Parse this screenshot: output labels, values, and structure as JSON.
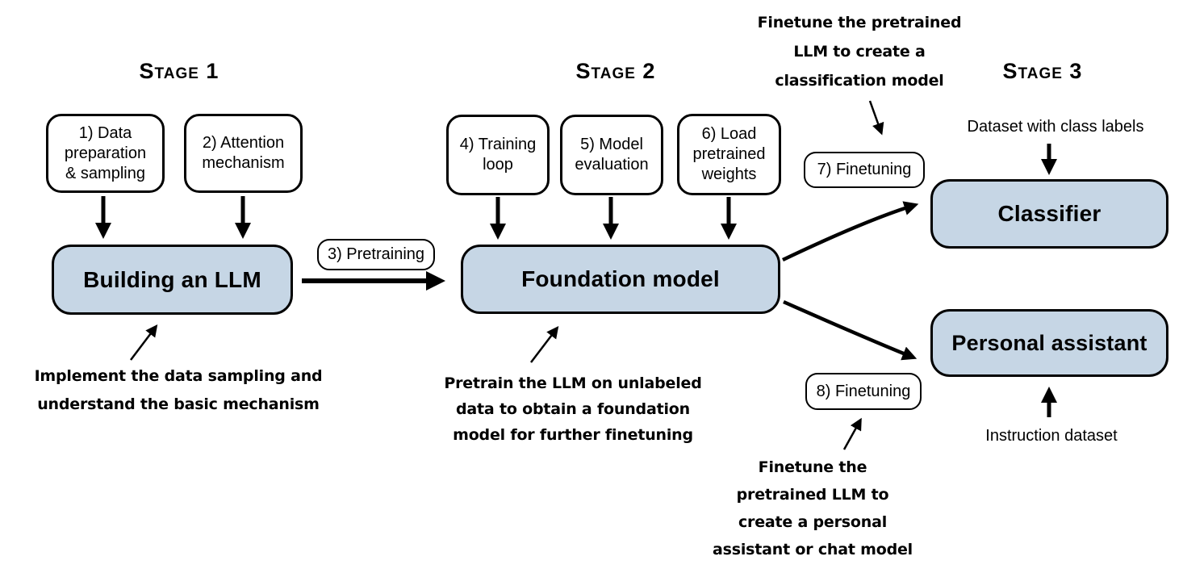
{
  "colors": {
    "box_fill": "#c6d6e5",
    "box_border": "#000000",
    "background": "#ffffff",
    "text": "#000000"
  },
  "stage1": {
    "title": "Stage 1",
    "step_boxes": [
      {
        "lines": [
          "1) Data",
          "preparation",
          "& sampling"
        ]
      },
      {
        "lines": [
          "2) Attention",
          "mechanism"
        ]
      }
    ],
    "main_box": "Building an LLM",
    "annotation": {
      "lines": [
        "Implement the data sampling and",
        "understand the basic mechanism"
      ]
    }
  },
  "transition": {
    "pill": "3) Pretraining"
  },
  "stage2": {
    "title": "Stage 2",
    "step_boxes": [
      {
        "lines": [
          "4) Training",
          "loop"
        ]
      },
      {
        "lines": [
          "5) Model",
          "evaluation"
        ]
      },
      {
        "lines": [
          "6) Load",
          "pretrained",
          "weights"
        ]
      }
    ],
    "main_box": "Foundation model",
    "annotation": {
      "lines": [
        "Pretrain the LLM on unlabeled",
        "data to obtain a foundation",
        "model for further finetuning"
      ]
    }
  },
  "stage3": {
    "title": "Stage 3",
    "classifier_branch": {
      "annotation": {
        "lines": [
          "Finetune the pretrained",
          "LLM to create a",
          "classification model"
        ]
      },
      "pill": "7) Finetuning",
      "input_label": "Dataset with class labels",
      "box": "Classifier"
    },
    "assistant_branch": {
      "annotation": {
        "lines": [
          "Finetune the",
          "pretrained LLM to",
          "create a personal",
          "assistant or chat model"
        ]
      },
      "pill": "8) Finetuning",
      "input_label": "Instruction dataset",
      "box": "Personal assistant"
    }
  }
}
